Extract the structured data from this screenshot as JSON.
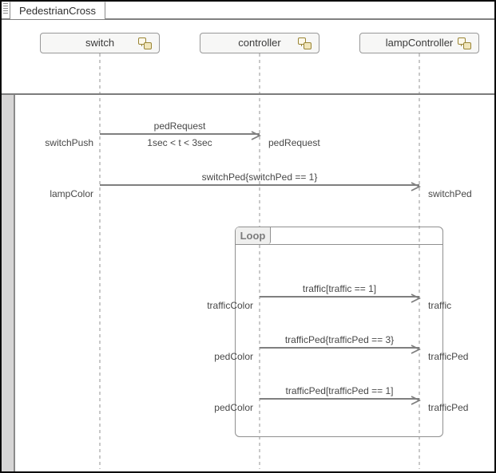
{
  "window": {
    "tab_title": "PedestrianCross"
  },
  "lifelines": [
    {
      "name": "switch",
      "icon": "chart-badge-icon"
    },
    {
      "name": "controller",
      "icon": "chart-badge-icon"
    },
    {
      "name": "lampController",
      "icon": "chart-badge-icon"
    }
  ],
  "fragment": {
    "type": "Loop"
  },
  "messages": [
    {
      "label": "pedRequest",
      "constraint": "1sec < t < 3sec",
      "from": "switch",
      "to": "controller",
      "source_gate": "switchPush",
      "target_gate": "pedRequest"
    },
    {
      "label": "switchPed{switchPed == 1}",
      "from": "switch",
      "to": "lampController",
      "source_gate": "lampColor",
      "target_gate": "switchPed"
    },
    {
      "label": "traffic[traffic == 1]",
      "from": "controller",
      "to": "lampController",
      "source_gate": "trafficColor",
      "target_gate": "traffic",
      "fragment": "Loop"
    },
    {
      "label": "trafficPed{trafficPed == 3}",
      "from": "controller",
      "to": "lampController",
      "source_gate": "pedColor",
      "target_gate": "trafficPed",
      "fragment": "Loop"
    },
    {
      "label": "trafficPed[trafficPed == 1]",
      "from": "controller",
      "to": "lampController",
      "source_gate": "pedColor",
      "target_gate": "trafficPed",
      "fragment": "Loop"
    }
  ],
  "icons": {
    "lifeline_badge": "overlapping-blocks-icon",
    "tab_handle": "drag-handle-icon",
    "arrow": "open-arrowhead-icon"
  },
  "colors": {
    "arrow": "#7f7f7f",
    "lifeline_dash": "#c9c9c9",
    "frame": "#0a0a0a",
    "badge_outline": "#9a8535",
    "badge_fill": "#f1e6bb",
    "gutter": "#d6d5d5",
    "label_text": "#474747"
  }
}
